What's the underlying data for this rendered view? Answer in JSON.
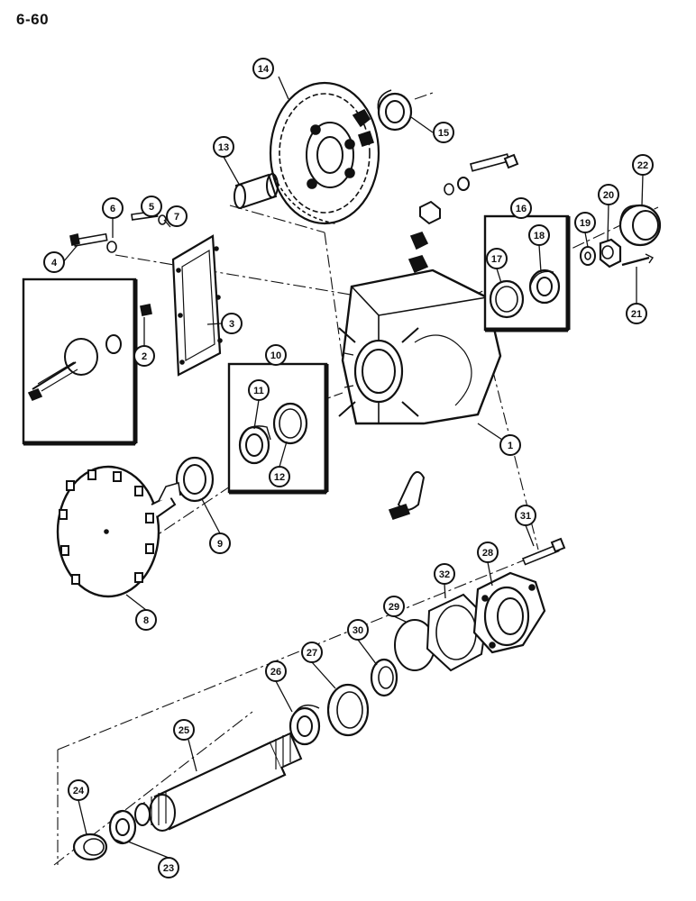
{
  "page_number": "6-60",
  "callouts": [
    {
      "id": "c1",
      "label": "1"
    },
    {
      "id": "c2",
      "label": "2"
    },
    {
      "id": "c3",
      "label": "3"
    },
    {
      "id": "c4",
      "label": "4"
    },
    {
      "id": "c5",
      "label": "5"
    },
    {
      "id": "c6",
      "label": "6"
    },
    {
      "id": "c7",
      "label": "7"
    },
    {
      "id": "c8",
      "label": "8"
    },
    {
      "id": "c9",
      "label": "9"
    },
    {
      "id": "c10",
      "label": "10"
    },
    {
      "id": "c11",
      "label": "11"
    },
    {
      "id": "c12",
      "label": "12"
    },
    {
      "id": "c13",
      "label": "13"
    },
    {
      "id": "c14",
      "label": "14"
    },
    {
      "id": "c15",
      "label": "15"
    },
    {
      "id": "c16",
      "label": "16"
    },
    {
      "id": "c17",
      "label": "17"
    },
    {
      "id": "c18",
      "label": "18"
    },
    {
      "id": "c19",
      "label": "19"
    },
    {
      "id": "c20",
      "label": "20"
    },
    {
      "id": "c21",
      "label": "21"
    },
    {
      "id": "c22",
      "label": "22"
    },
    {
      "id": "c23",
      "label": "23"
    },
    {
      "id": "c24",
      "label": "24"
    },
    {
      "id": "c25",
      "label": "25"
    },
    {
      "id": "c26",
      "label": "26"
    },
    {
      "id": "c27",
      "label": "27"
    },
    {
      "id": "c28",
      "label": "28"
    },
    {
      "id": "c29",
      "label": "29"
    },
    {
      "id": "c30",
      "label": "30"
    },
    {
      "id": "c31",
      "label": "31"
    },
    {
      "id": "c32",
      "label": "32"
    }
  ]
}
